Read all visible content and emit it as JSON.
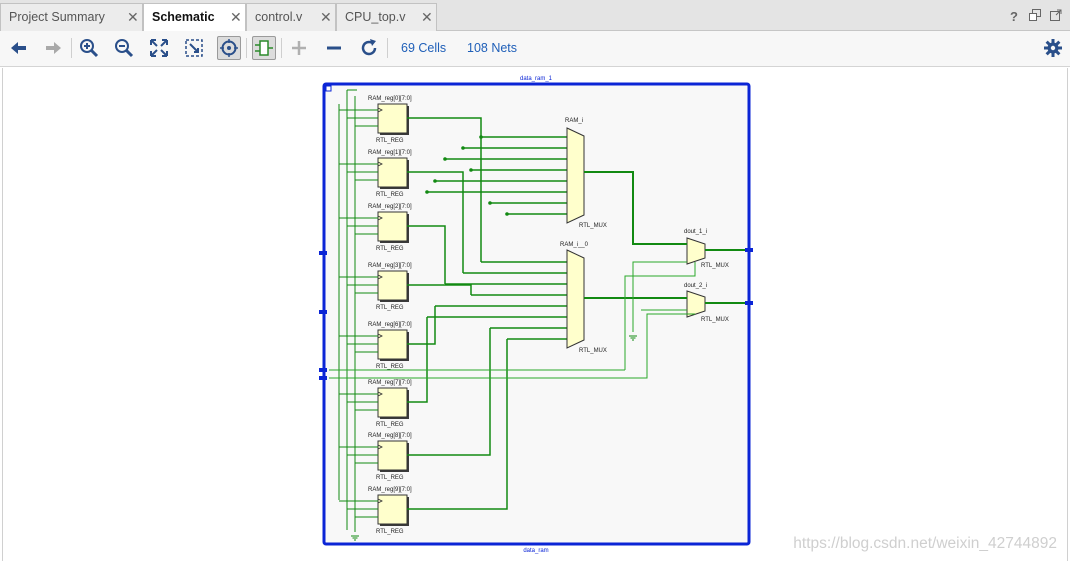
{
  "tabs": [
    {
      "label": "Project Summary",
      "active": false
    },
    {
      "label": "Schematic",
      "active": true
    },
    {
      "label": "control.v",
      "active": false
    },
    {
      "label": "CPU_top.v",
      "active": false
    }
  ],
  "toolbar": {
    "cells": "69 Cells",
    "nets": "108 Nets"
  },
  "schematic": {
    "instance_top_label": "data_ram_1",
    "instance_bottom_label": "data_ram",
    "registers": [
      {
        "name": "RAM_reg[0][7:0]",
        "type": "RTL_REG"
      },
      {
        "name": "RAM_reg[1][7:0]",
        "type": "RTL_REG"
      },
      {
        "name": "RAM_reg[2][7:0]",
        "type": "RTL_REG"
      },
      {
        "name": "RAM_reg[3][7:0]",
        "type": "RTL_REG"
      },
      {
        "name": "RAM_reg[6][7:0]",
        "type": "RTL_REG"
      },
      {
        "name": "RAM_reg[7][7:0]",
        "type": "RTL_REG"
      },
      {
        "name": "RAM_reg[8][7:0]",
        "type": "RTL_REG"
      },
      {
        "name": "RAM_reg[9][7:0]",
        "type": "RTL_REG"
      }
    ],
    "muxes": [
      {
        "name": "RAM_i",
        "type": "RTL_MUX"
      },
      {
        "name": "RAM_i__0",
        "type": "RTL_MUX"
      },
      {
        "name": "dout_1_i",
        "type": "RTL_MUX"
      },
      {
        "name": "dout_2_i",
        "type": "RTL_MUX"
      }
    ]
  },
  "watermark": "https://blog.csdn.net/weixin_42744892",
  "colors": {
    "wire": "#128a12",
    "border": "#0b25d6",
    "cell_fill": "#ffffcc",
    "link": "#1f5fb8"
  }
}
